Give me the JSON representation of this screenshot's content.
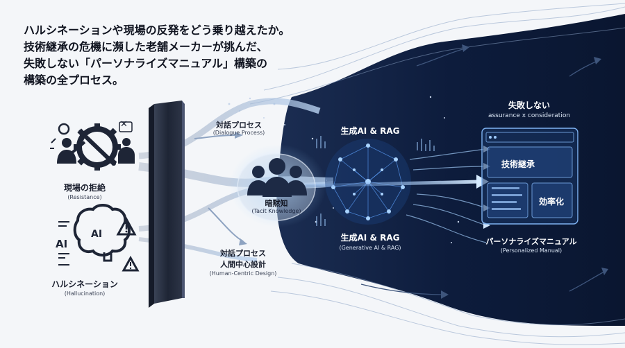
{
  "title_lines": [
    "ハルシネーションや現場の反発をどう乗り越えたか。",
    "技術継承の危機に瀕した老舗メーカーが挑んだ、",
    "失敗しない「パーソナライズマニュアル」構築の",
    "構築の全プロセス。"
  ],
  "left": {
    "resistance_label": "現場の拒絶",
    "resistance_sub": "(Resistance)",
    "hallucination_label": "ハルシネーション",
    "hallucination_sub": "(Hallucination)",
    "ai_text": "AI",
    "ai_outer_text": "AI",
    "x_mark": "✕"
  },
  "middle": {
    "dialogue_label": "対話プロセス",
    "dialogue_sub": "(Dialogue Process)",
    "tacit_label": "暗黙知",
    "tacit_sub": "(Tacit Knowledge)",
    "human_label_1": "対話プロセス",
    "human_label_2": "人間中心設計",
    "human_sub": "(Human-Centric Design)"
  },
  "right": {
    "genai_top": "生成AI & RAG",
    "genai_bottom": "生成AI & RAG",
    "genai_sub": "(Generative AI & RAG)",
    "no_fail": "失敗しない",
    "assurance": "assurance x consideration",
    "panel_tech": "技術継承",
    "panel_eff": "効率化",
    "manual_label": "パーソナライズマニュアル",
    "manual_sub": "(Personalized Manual)"
  },
  "colors": {
    "navy": "#0c1a36",
    "accent": "#3f7fd6",
    "glow": "#9fd1ff"
  }
}
